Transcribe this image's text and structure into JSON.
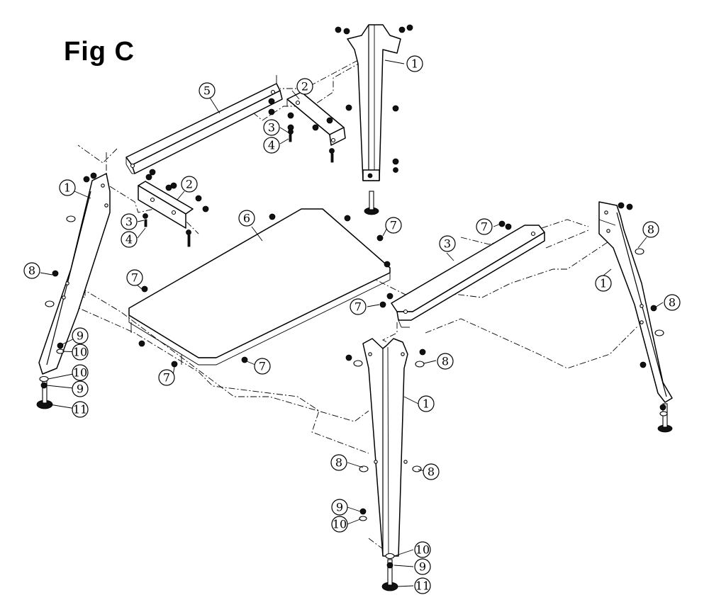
{
  "figure": {
    "title": "Fig C"
  },
  "callouts": [
    {
      "label": "1"
    },
    {
      "label": "1"
    },
    {
      "label": "1"
    },
    {
      "label": "1"
    },
    {
      "label": "2"
    },
    {
      "label": "2"
    },
    {
      "label": "3"
    },
    {
      "label": "3"
    },
    {
      "label": "3"
    },
    {
      "label": "4"
    },
    {
      "label": "4"
    },
    {
      "label": "5"
    },
    {
      "label": "6"
    },
    {
      "label": "7"
    },
    {
      "label": "7"
    },
    {
      "label": "7"
    },
    {
      "label": "7"
    },
    {
      "label": "7"
    },
    {
      "label": "7"
    },
    {
      "label": "8"
    },
    {
      "label": "8"
    },
    {
      "label": "8"
    },
    {
      "label": "8"
    },
    {
      "label": "8"
    },
    {
      "label": "8"
    },
    {
      "label": "9"
    },
    {
      "label": "9"
    },
    {
      "label": "9"
    },
    {
      "label": "9"
    },
    {
      "label": "10"
    },
    {
      "label": "10"
    },
    {
      "label": "10"
    },
    {
      "label": "10"
    },
    {
      "label": "11"
    },
    {
      "label": "11"
    }
  ]
}
